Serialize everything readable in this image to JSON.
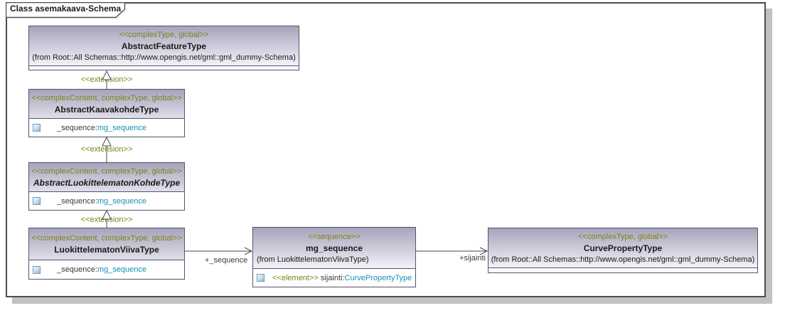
{
  "colors": {
    "header_gradient_top": "#a7a3bb",
    "header_gradient_bottom": "#f3f2f8",
    "box_border": "#54546e",
    "stereotype_text": "#80801a",
    "type_link_text": "#1591b5",
    "connector_line": "#4a4a4a",
    "frame_border": "#4d4d4d",
    "frame_shadow": "#c1c1c1"
  },
  "frame": {
    "title": "Class asemakaava-Schema"
  },
  "connectors": {
    "extension_label": "<<extension>>",
    "sequence_role_label": "+_sequence",
    "sijainti_role_label": "+sijainti"
  },
  "classes": {
    "abstractFeatureType": {
      "stereotype": "<<complexType, global>>",
      "name": "AbstractFeatureType",
      "from": "(from Root::All Schemas::http://www.opengis.net/gml::gml_dummy-Schema)"
    },
    "abstractKaavakohdeType": {
      "stereotype": "<<complexContent, complexType, global>>",
      "name": "AbstractKaavakohdeType",
      "attribute": {
        "name": "_sequence:",
        "type": "mg_sequence"
      }
    },
    "abstractLuokittelematonKohdeType": {
      "stereotype": "<<complexContent, complexType, global>>",
      "name": "AbstractLuokittelematonKohdeType",
      "attribute": {
        "name": "_sequence:",
        "type": "mg_sequence"
      }
    },
    "luokittelematonViivaType": {
      "stereotype": "<<complexContent, complexType, global>>",
      "name": "LuokittelematonViivaType",
      "attribute": {
        "name": "_sequence:",
        "type": "mg_sequence"
      }
    },
    "mgSequence": {
      "stereotype": "<<sequence>>",
      "name": "mg_sequence",
      "from": "(from LuokittelematonViivaType)",
      "attribute": {
        "stereotype": "<<element>>",
        "name": " sijainti:",
        "type": "CurvePropertyType"
      }
    },
    "curvePropertyType": {
      "stereotype": "<<complexType, global>>",
      "name": "CurvePropertyType",
      "from": "(from Root::All Schemas::http://www.opengis.net/gml::gml_dummy-Schema)"
    }
  }
}
